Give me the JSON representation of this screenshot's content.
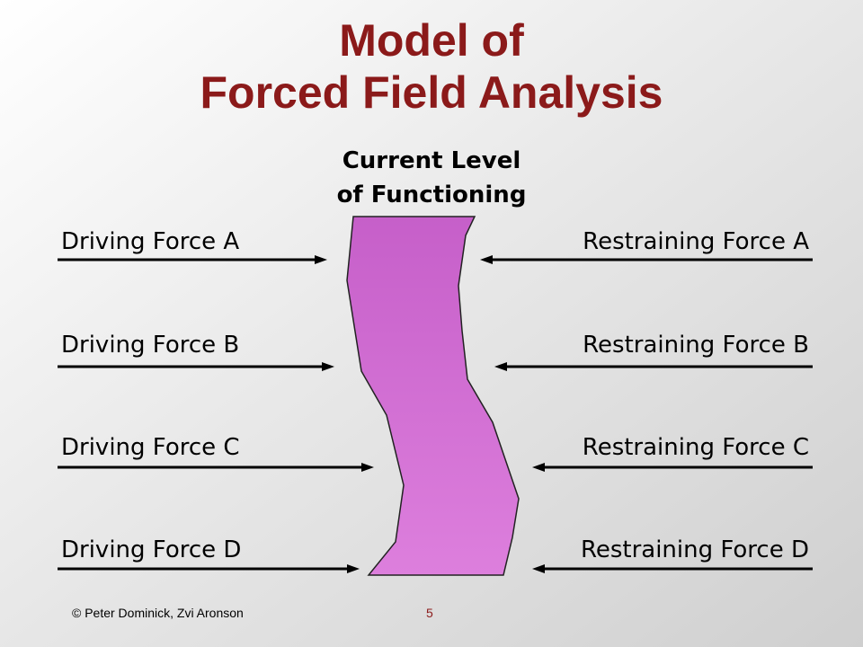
{
  "title": {
    "line1": "Model of",
    "line2": "Forced Field Analysis"
  },
  "current_level": {
    "line1": "Current Level",
    "line2": "of Functioning"
  },
  "driving_forces": [
    "Driving Force A",
    "Driving Force B",
    "Driving Force C",
    "Driving Force D"
  ],
  "restraining_forces": [
    "Restraining Force A",
    "Restraining Force B",
    "Restraining Force C",
    "Restraining Force D"
  ],
  "footer": {
    "copyright": "© Peter Dominick, Zvi Aronson",
    "page_number": "5"
  },
  "colors": {
    "title": "#8b1a1a",
    "band_fill": "#cc66cc",
    "arrow": "#000000"
  }
}
